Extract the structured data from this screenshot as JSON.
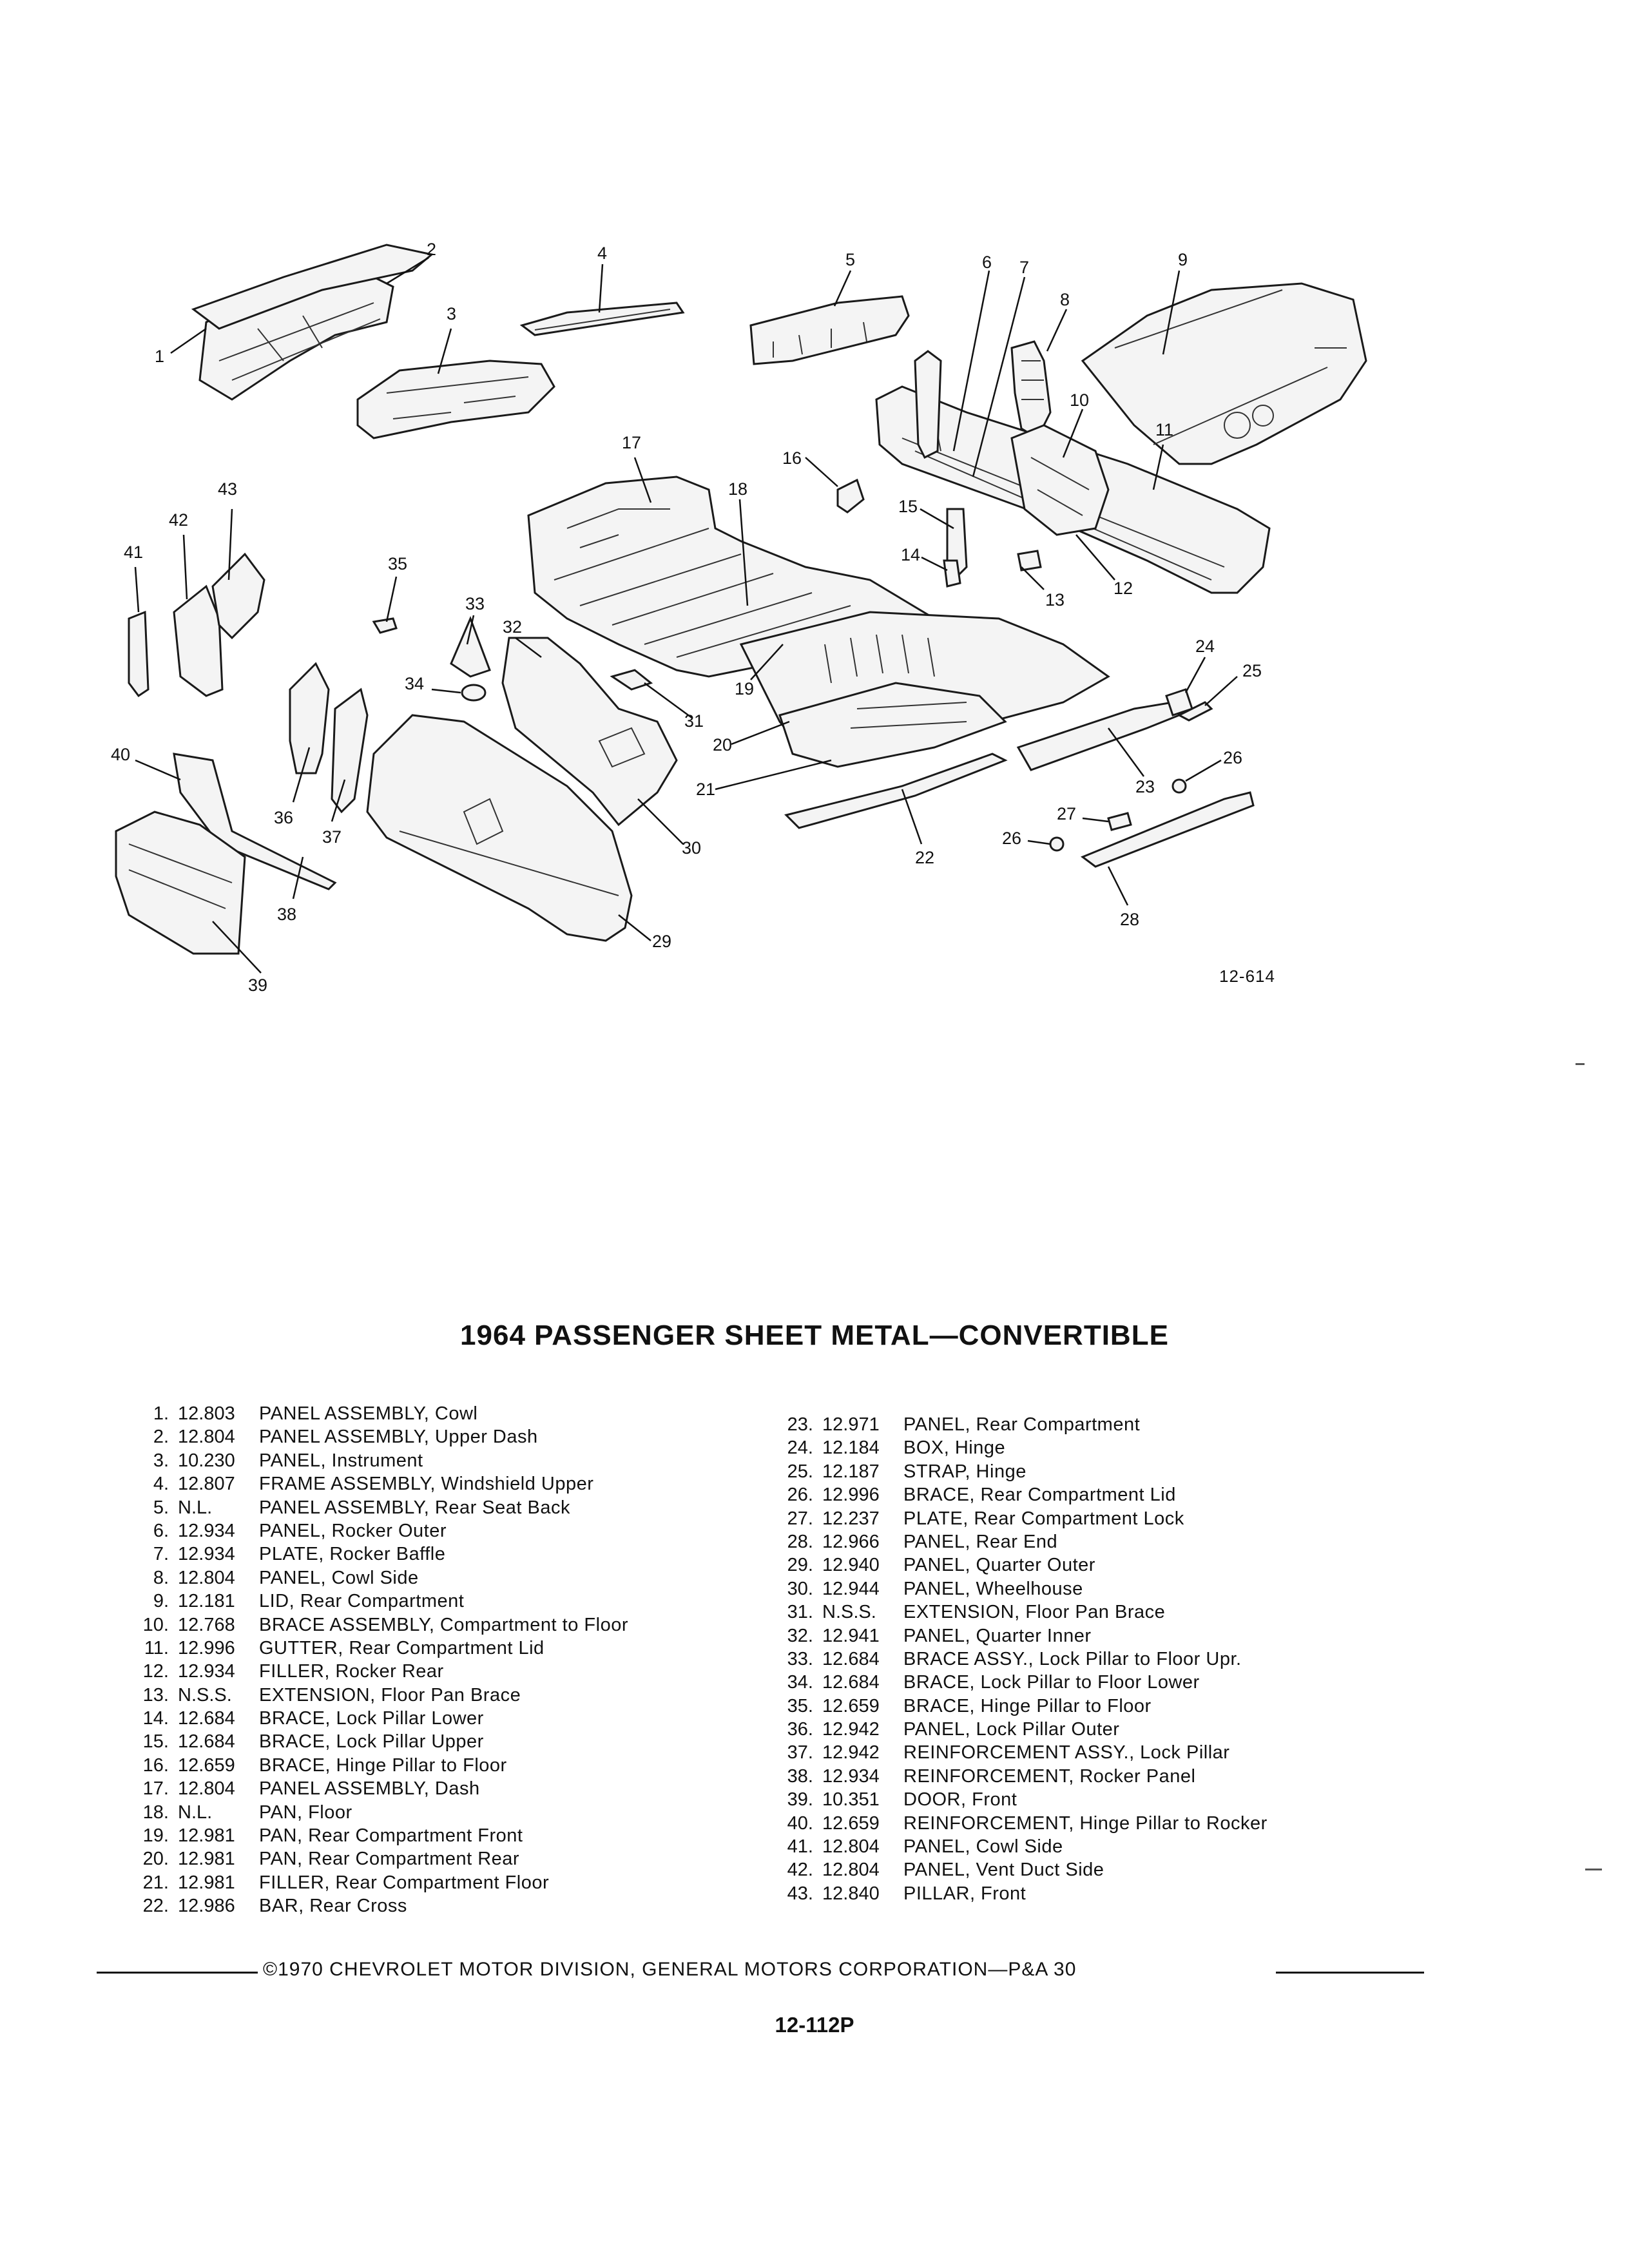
{
  "figure_id": "12-614",
  "title": "1964 PASSENGER SHEET METAL—CONVERTIBLE",
  "callouts": [
    "1",
    "2",
    "3",
    "4",
    "5",
    "6",
    "7",
    "8",
    "9",
    "10",
    "11",
    "12",
    "13",
    "14",
    "15",
    "16",
    "17",
    "18",
    "19",
    "20",
    "21",
    "22",
    "23",
    "24",
    "25",
    "26",
    "26",
    "27",
    "28",
    "29",
    "30",
    "31",
    "32",
    "33",
    "34",
    "35",
    "36",
    "37",
    "38",
    "39",
    "40",
    "41",
    "42",
    "43"
  ],
  "parts_left": [
    {
      "num": "1.",
      "code": "12.803",
      "desc": "PANEL ASSEMBLY, Cowl"
    },
    {
      "num": "2.",
      "code": "12.804",
      "desc": "PANEL ASSEMBLY, Upper Dash"
    },
    {
      "num": "3.",
      "code": "10.230",
      "desc": "PANEL, Instrument"
    },
    {
      "num": "4.",
      "code": "12.807",
      "desc": "FRAME ASSEMBLY, Windshield Upper"
    },
    {
      "num": "5.",
      "code": "N.L.",
      "desc": "PANEL ASSEMBLY, Rear Seat Back"
    },
    {
      "num": "6.",
      "code": "12.934",
      "desc": "PANEL, Rocker Outer"
    },
    {
      "num": "7.",
      "code": "12.934",
      "desc": "PLATE, Rocker Baffle"
    },
    {
      "num": "8.",
      "code": "12.804",
      "desc": "PANEL, Cowl Side"
    },
    {
      "num": "9.",
      "code": "12.181",
      "desc": "LID, Rear Compartment"
    },
    {
      "num": "10.",
      "code": "12.768",
      "desc": "BRACE ASSEMBLY, Compartment to Floor"
    },
    {
      "num": "11.",
      "code": "12.996",
      "desc": "GUTTER, Rear Compartment Lid"
    },
    {
      "num": "12.",
      "code": "12.934",
      "desc": "FILLER, Rocker Rear"
    },
    {
      "num": "13.",
      "code": "N.S.S.",
      "desc": "EXTENSION, Floor Pan Brace"
    },
    {
      "num": "14.",
      "code": "12.684",
      "desc": "BRACE, Lock Pillar Lower"
    },
    {
      "num": "15.",
      "code": "12.684",
      "desc": "BRACE, Lock Pillar Upper"
    },
    {
      "num": "16.",
      "code": "12.659",
      "desc": "BRACE, Hinge Pillar to Floor"
    },
    {
      "num": "17.",
      "code": "12.804",
      "desc": "PANEL ASSEMBLY, Dash"
    },
    {
      "num": "18.",
      "code": "N.L.",
      "desc": "PAN, Floor"
    },
    {
      "num": "19.",
      "code": "12.981",
      "desc": "PAN, Rear Compartment Front"
    },
    {
      "num": "20.",
      "code": "12.981",
      "desc": "PAN, Rear Compartment Rear"
    },
    {
      "num": "21.",
      "code": "12.981",
      "desc": "FILLER, Rear Compartment Floor"
    },
    {
      "num": "22.",
      "code": "12.986",
      "desc": "BAR, Rear Cross"
    }
  ],
  "parts_right": [
    {
      "num": "23.",
      "code": "12.971",
      "desc": "PANEL, Rear Compartment"
    },
    {
      "num": "24.",
      "code": "12.184",
      "desc": "BOX, Hinge"
    },
    {
      "num": "25.",
      "code": "12.187",
      "desc": "STRAP, Hinge"
    },
    {
      "num": "26.",
      "code": "12.996",
      "desc": "BRACE, Rear Compartment Lid"
    },
    {
      "num": "27.",
      "code": "12.237",
      "desc": "PLATE, Rear Compartment Lock"
    },
    {
      "num": "28.",
      "code": "12.966",
      "desc": "PANEL, Rear End"
    },
    {
      "num": "29.",
      "code": "12.940",
      "desc": "PANEL, Quarter Outer"
    },
    {
      "num": "30.",
      "code": "12.944",
      "desc": "PANEL, Wheelhouse"
    },
    {
      "num": "31.",
      "code": "N.S.S.",
      "desc": "EXTENSION, Floor Pan Brace"
    },
    {
      "num": "32.",
      "code": "12.941",
      "desc": "PANEL, Quarter Inner"
    },
    {
      "num": "33.",
      "code": "12.684",
      "desc": "BRACE ASSY., Lock Pillar to Floor Upr."
    },
    {
      "num": "34.",
      "code": "12.684",
      "desc": "BRACE, Lock Pillar to Floor Lower"
    },
    {
      "num": "35.",
      "code": "12.659",
      "desc": "BRACE, Hinge Pillar to Floor"
    },
    {
      "num": "36.",
      "code": "12.942",
      "desc": "PANEL, Lock Pillar Outer"
    },
    {
      "num": "37.",
      "code": "12.942",
      "desc": "REINFORCEMENT ASSY., Lock Pillar"
    },
    {
      "num": "38.",
      "code": "12.934",
      "desc": "REINFORCEMENT, Rocker Panel"
    },
    {
      "num": "39.",
      "code": "10.351",
      "desc": "DOOR, Front"
    },
    {
      "num": "40.",
      "code": "12.659",
      "desc": "REINFORCEMENT, Hinge Pillar to Rocker"
    },
    {
      "num": "41.",
      "code": "12.804",
      "desc": "PANEL, Cowl Side"
    },
    {
      "num": "42.",
      "code": "12.804",
      "desc": "PANEL, Vent Duct Side"
    },
    {
      "num": "43.",
      "code": "12.840",
      "desc": "PILLAR, Front"
    }
  ],
  "footer": "©1970 CHEVROLET MOTOR DIVISION, GENERAL MOTORS CORPORATION—P&A 30",
  "page_id": "12-112P"
}
